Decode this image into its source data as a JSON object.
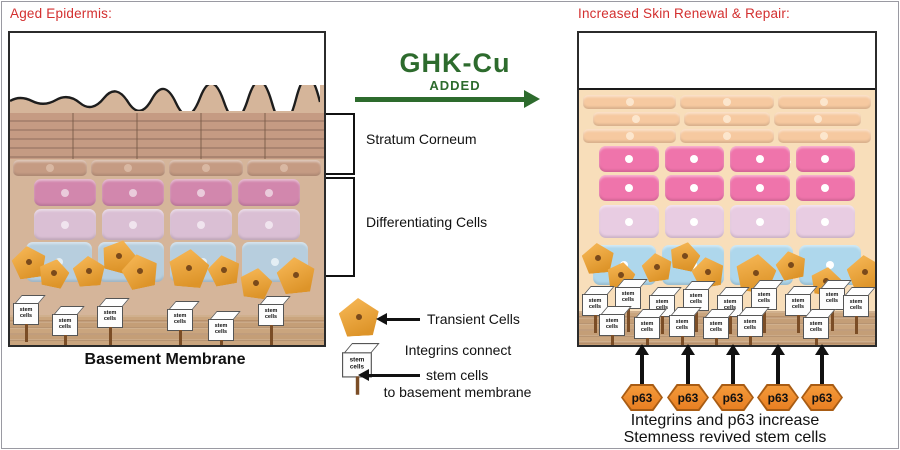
{
  "left_panel": {
    "title": "Aged Epidermis:",
    "membrane_label": "Basement Membrane"
  },
  "center": {
    "ghk_title": "GHK-Cu",
    "ghk_subtitle": "ADDED",
    "bracket_labels": [
      "Stratum Corneum",
      "Differentiating Cells"
    ],
    "legend": {
      "transient_label": "Transient Cells",
      "integrins_line1": "Integrins connect",
      "integrins_line2": "stem cells",
      "integrins_line3": "to basement membrane"
    }
  },
  "right_panel": {
    "title": "Increased Skin Renewal & Repair:",
    "p63_label": "p63",
    "caption_line1": "Integrins and p63 increase",
    "caption_line2": "Stemness revived stem cells"
  },
  "shared": {
    "stem_cell_label": "stem cells"
  },
  "colors": {
    "title_red": "#d32f2f",
    "ghk_green": "#2d6b2d",
    "aged_skin_bg": "#d5b59a",
    "aged_brick": "#c59b83",
    "aged_pink_cell": "#d287ad",
    "aged_lavender_cell": "#dabfd4",
    "aged_blue_cell": "#b7cede",
    "renewed_skin_bg": "#f8deba",
    "renewed_brick": "#f6c9a0",
    "renewed_pink_cell": "#ef74ab",
    "renewed_lavender_cell": "#e8cce2",
    "renewed_blue_cell": "#aed7ec",
    "transient_cell_orange": "#e8a538",
    "p63_orange": "#ef8b2b",
    "wood_membrane": "#c0996f",
    "panel_border": "#2b2b2b"
  }
}
